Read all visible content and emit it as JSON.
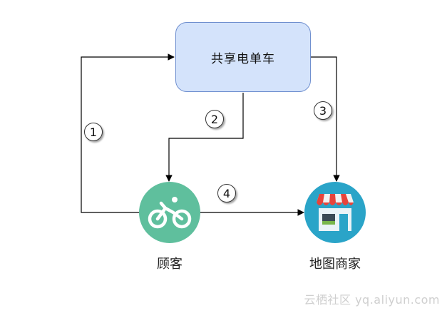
{
  "nodes": {
    "bike_service": "共享电单车",
    "customer": "顾客",
    "merchant": "地图商家"
  },
  "steps": [
    "1",
    "2",
    "3",
    "4"
  ],
  "watermark": "云栖社区 yq.aliyun.com",
  "colors": {
    "box_fill": "#d4e3fb",
    "box_border": "#6f8fcf",
    "customer_circle": "#5fbf9d",
    "merchant_circle": "#2aa4c8",
    "line": "#000000"
  },
  "icons": {
    "customer": "bicycle-icon",
    "merchant": "storefront-icon"
  }
}
